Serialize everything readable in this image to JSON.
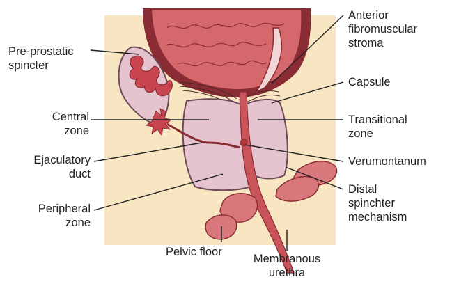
{
  "colors": {
    "background_panel": "#f8e6c2",
    "bladder_fill": "#d4686d",
    "bladder_outline": "#8a2c33",
    "gland_fill": "#e5c3cf",
    "gland_outline": "#6e4a58",
    "vesicle_inner": "#c8454f",
    "urethra": "#c9545a",
    "muscle_fill": "#d9787c",
    "leader_line": "#222222"
  },
  "labels": {
    "pre_prostatic": "Pre-prostatic\nspincter",
    "central_zone": "Central\nzone",
    "ejaculatory_duct": "Ejaculatory\nduct",
    "peripheral_zone": "Peripheral\nzone",
    "pelvic_floor": "Pelvic floor",
    "membranous_urethra": "Membranous\nurethra",
    "anterior_stroma": "Anterior\nfibromuscular\nstroma",
    "capsule": "Capsule",
    "transitional_zone": "Transitional\nzone",
    "verumontanum": "Verumontanum",
    "distal_sphincter": "Distal\nspinchter\nmechanism"
  }
}
